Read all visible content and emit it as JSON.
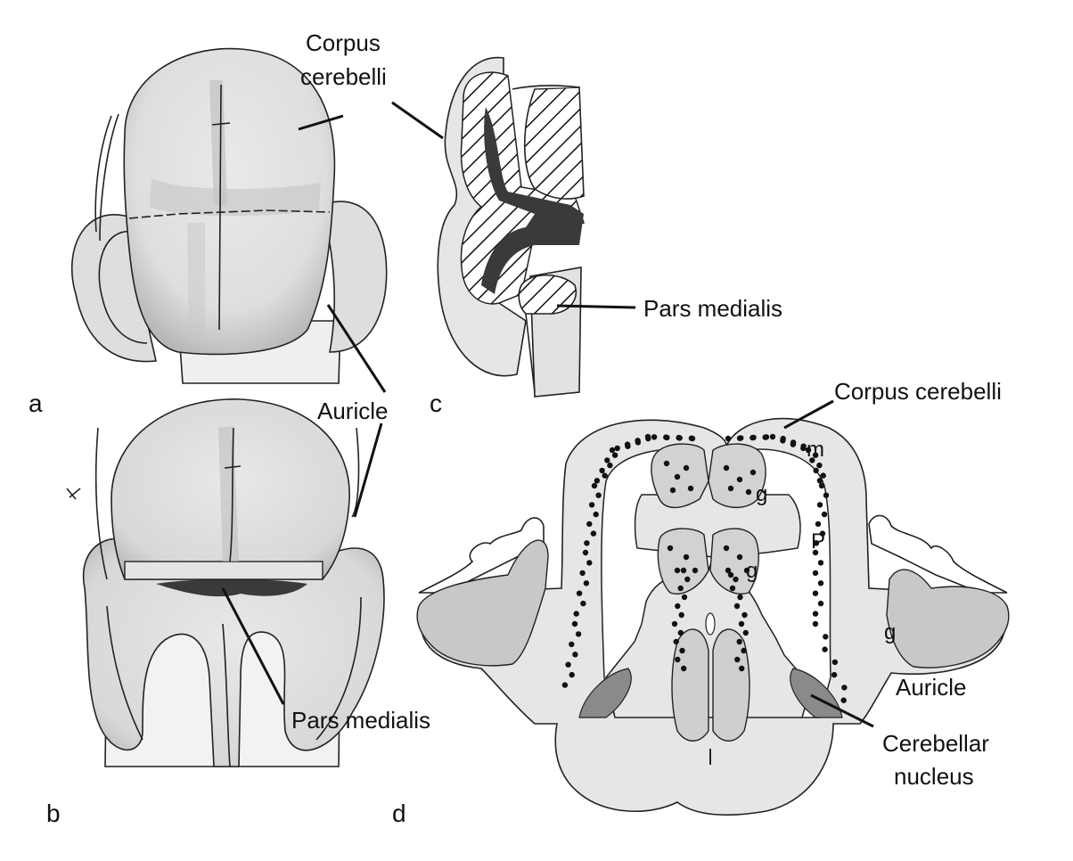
{
  "panels": {
    "a": "a",
    "b": "b",
    "c": "c",
    "d": "d"
  },
  "labels": {
    "corpus_cerebelli_a_line1": "Corpus",
    "corpus_cerebelli_a_line2": "cerebelli",
    "auricle_ab": "Auricle",
    "pars_medialis_b": "Pars medialis",
    "pars_medialis_c": "Pars medialis",
    "corpus_cerebelli_d": "Corpus cerebelli",
    "m": "m",
    "g_upper": "g",
    "g_middle": "g",
    "g_right": "g",
    "p": "P",
    "auricle_d": "Auricle",
    "cerebellar_nucleus_line1": "Cerebellar",
    "cerebellar_nucleus_line2": "nucleus"
  },
  "colors": {
    "tissue_light": "#e6e6e6",
    "tissue_mid": "#c8c8c8",
    "tissue_shadow": "#a8a8a8",
    "dark_region": "#3a3a3a",
    "granule_region": "#cfcfcf",
    "line": "#222222"
  }
}
